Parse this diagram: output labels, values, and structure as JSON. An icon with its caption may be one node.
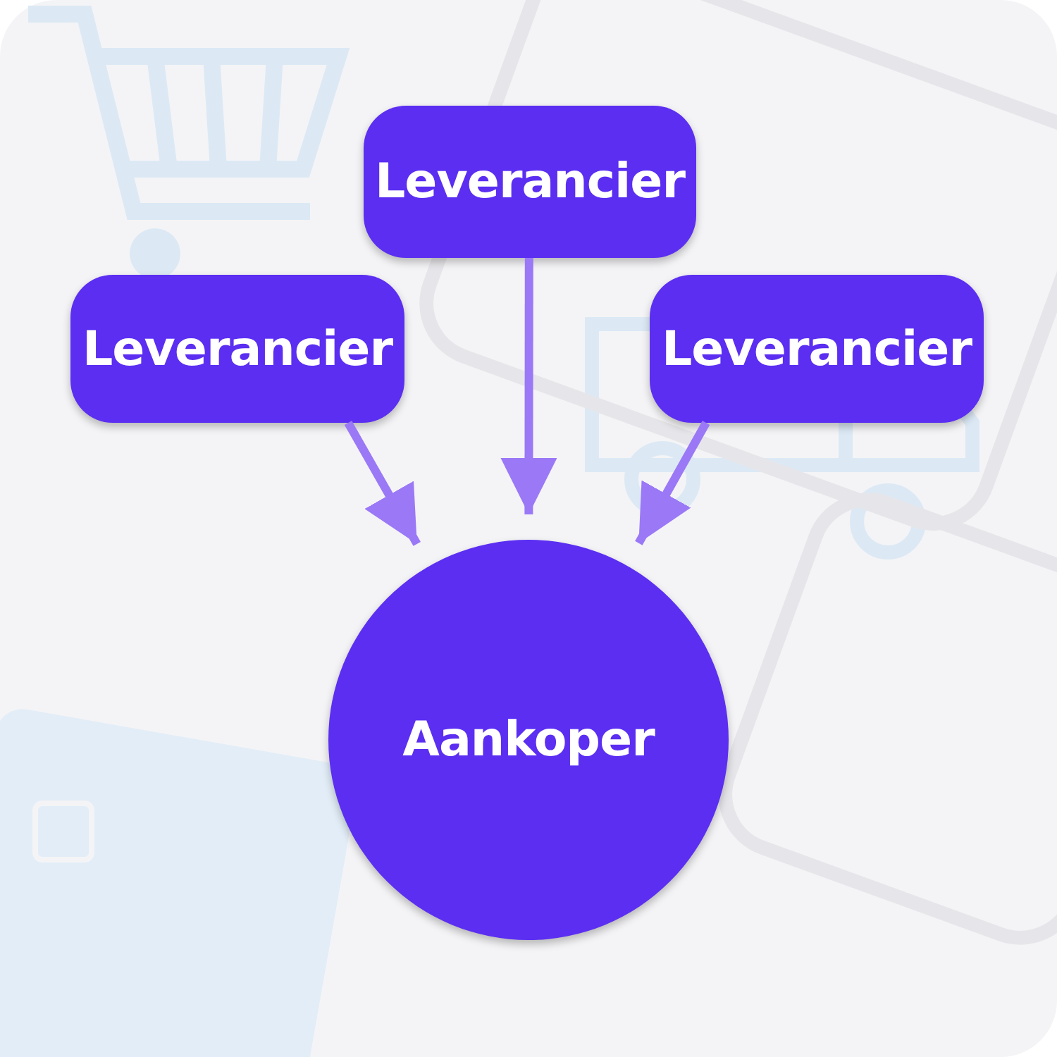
{
  "diagram": {
    "nodes": [
      {
        "text": [
          "Leverancier"
        ]
      },
      {
        "text": [
          "Leverancier"
        ]
      },
      {
        "text": [
          "Leverancier"
        ]
      },
      {
        "text": [
          "Aankoper"
        ]
      }
    ],
    "edges": [
      {
        "from": 0,
        "to": 3,
        "arrow": "to"
      },
      {
        "from": 1,
        "to": 3,
        "arrow": "to"
      },
      {
        "from": 2,
        "to": 3,
        "arrow": "to"
      }
    ]
  }
}
